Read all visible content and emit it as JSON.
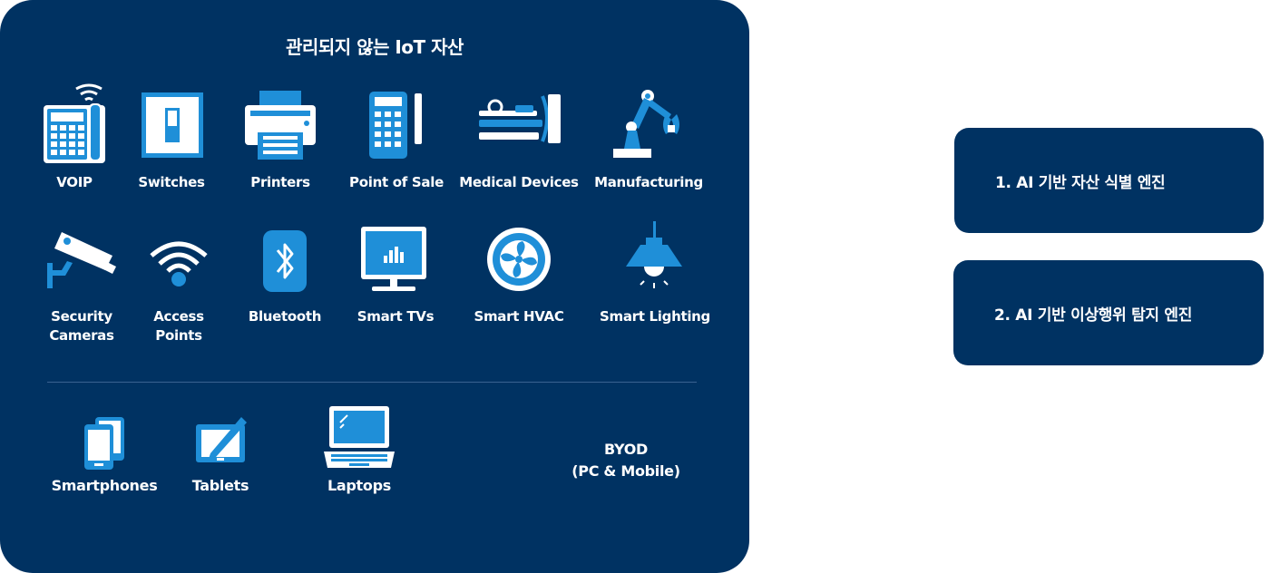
{
  "panel": {
    "title": "관리되지 않는 IoT 자산",
    "row1": [
      {
        "label": "VOIP",
        "icon": "voip-phone-icon"
      },
      {
        "label": "Switches",
        "icon": "switch-icon"
      },
      {
        "label": "Printers",
        "icon": "printer-icon"
      },
      {
        "label": "Point of Sale",
        "icon": "pos-terminal-icon"
      },
      {
        "label": "Medical Devices",
        "icon": "mri-scanner-icon"
      },
      {
        "label": "Manufacturing",
        "icon": "robot-arm-icon"
      }
    ],
    "row2": [
      {
        "label": "Security\nCameras",
        "icon": "security-camera-icon"
      },
      {
        "label": "Access\nPoints",
        "icon": "wifi-icon"
      },
      {
        "label": "Bluetooth",
        "icon": "bluetooth-icon"
      },
      {
        "label": "Smart TVs",
        "icon": "smart-tv-icon"
      },
      {
        "label": "Smart HVAC",
        "icon": "fan-icon"
      },
      {
        "label": "Smart Lighting",
        "icon": "ceiling-lamp-icon"
      }
    ],
    "byod": [
      {
        "label": "Smartphones",
        "icon": "smartphones-icon"
      },
      {
        "label": "Tablets",
        "icon": "tablet-pen-icon"
      },
      {
        "label": "Laptops",
        "icon": "laptop-icon"
      }
    ],
    "byod_label": "BYOD\n(PC & Mobile)"
  },
  "engines": [
    {
      "label": "1.  AI 기반 자산 식별 엔진"
    },
    {
      "label": "2.  AI 기반 이상행위 탐지 엔진"
    }
  ],
  "colors": {
    "panel": "#003262",
    "icon_light": "#1f8fd8",
    "icon_dark": "#003262",
    "text": "#ffffff"
  }
}
